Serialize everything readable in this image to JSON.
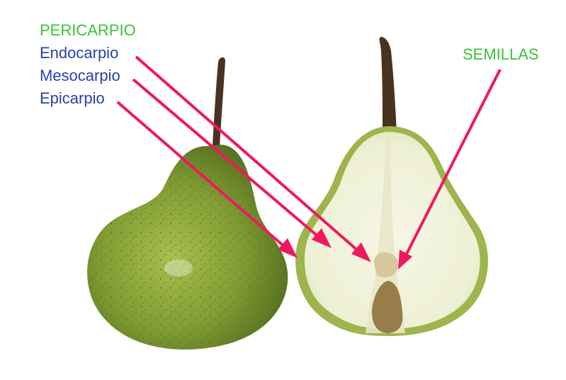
{
  "labels": {
    "pericarpio": "PERICARPIO",
    "endocarpio": "Endocarpio",
    "mesocarpio": "Mesocarpio",
    "epicarpio": "Epicarpio",
    "semillas": "SEMILLAS"
  },
  "colors": {
    "group_label": "#3cc23a",
    "layer_label": "#2b3fae",
    "arrow": "#f0185f",
    "pear_skin": "#8aa83a",
    "pear_flesh": "#f1f3de",
    "stem": "#4a3220"
  },
  "images": {
    "whole_pear": "green-pear-whole",
    "cut_pear": "green-pear-cross-section"
  }
}
